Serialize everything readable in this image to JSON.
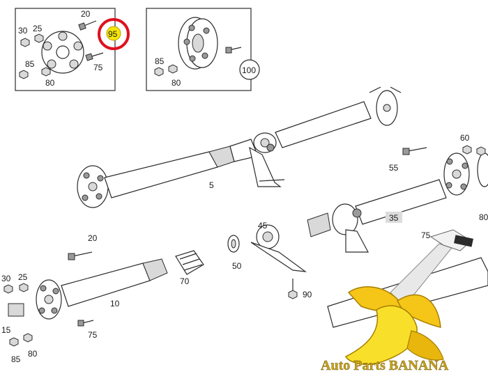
{
  "callouts": {
    "c20a": "20",
    "c30a": "30",
    "c25a": "25",
    "c95": "95",
    "c85a": "85",
    "c75a": "75",
    "c80a": "80",
    "c85b": "85",
    "c80b": "80",
    "c100": "100",
    "c60": "60",
    "c55": "55",
    "c5": "5",
    "c45": "45",
    "c35": "35",
    "c75b": "75",
    "c80c": "80",
    "c50": "50",
    "c20b": "20",
    "c70": "70",
    "c30b": "30",
    "c25b": "25",
    "c10": "10",
    "c90": "90",
    "c15": "15",
    "c75c": "75",
    "c80d": "80",
    "c85c": "85"
  },
  "highlight": {
    "part": "95",
    "ring_color": "#e0101e",
    "fill_color": "#f5e60a"
  },
  "watermark": {
    "text": "Auto Parts BANANA",
    "color": "#c9a21a"
  }
}
